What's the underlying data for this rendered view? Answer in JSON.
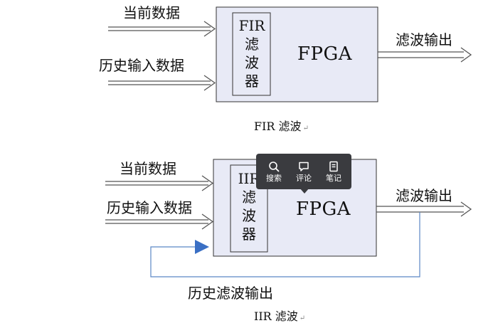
{
  "fir": {
    "inputs": [
      "当前数据",
      "历史输入数据"
    ],
    "filter_label": [
      "FIR",
      "滤",
      "波",
      "器"
    ],
    "fpga_label": "FPGA",
    "output_label": "滤波输出",
    "caption": "FIR 滤波",
    "caption_mark": "↵"
  },
  "iir": {
    "inputs": [
      "当前数据",
      "历史输入数据"
    ],
    "filter_label": [
      "IIR",
      "滤",
      "波",
      "器"
    ],
    "fpga_label": "FPGA",
    "output_label": "滤波输出",
    "feedback_label": "历史滤波输出",
    "caption": "IIR 滤波",
    "caption_mark": "↵"
  },
  "popup": {
    "buttons": [
      {
        "icon": "search-icon",
        "label": "搜索"
      },
      {
        "icon": "comment-icon",
        "label": "评论"
      },
      {
        "icon": "note-icon",
        "label": "笔记"
      }
    ]
  },
  "colors": {
    "box_fill": "#e8eaf6",
    "box_stroke": "#333333",
    "feedback_line": "#5b87c5",
    "feedback_arrow": "#3a6fc4",
    "popup_bg": "#3a3b3f"
  }
}
